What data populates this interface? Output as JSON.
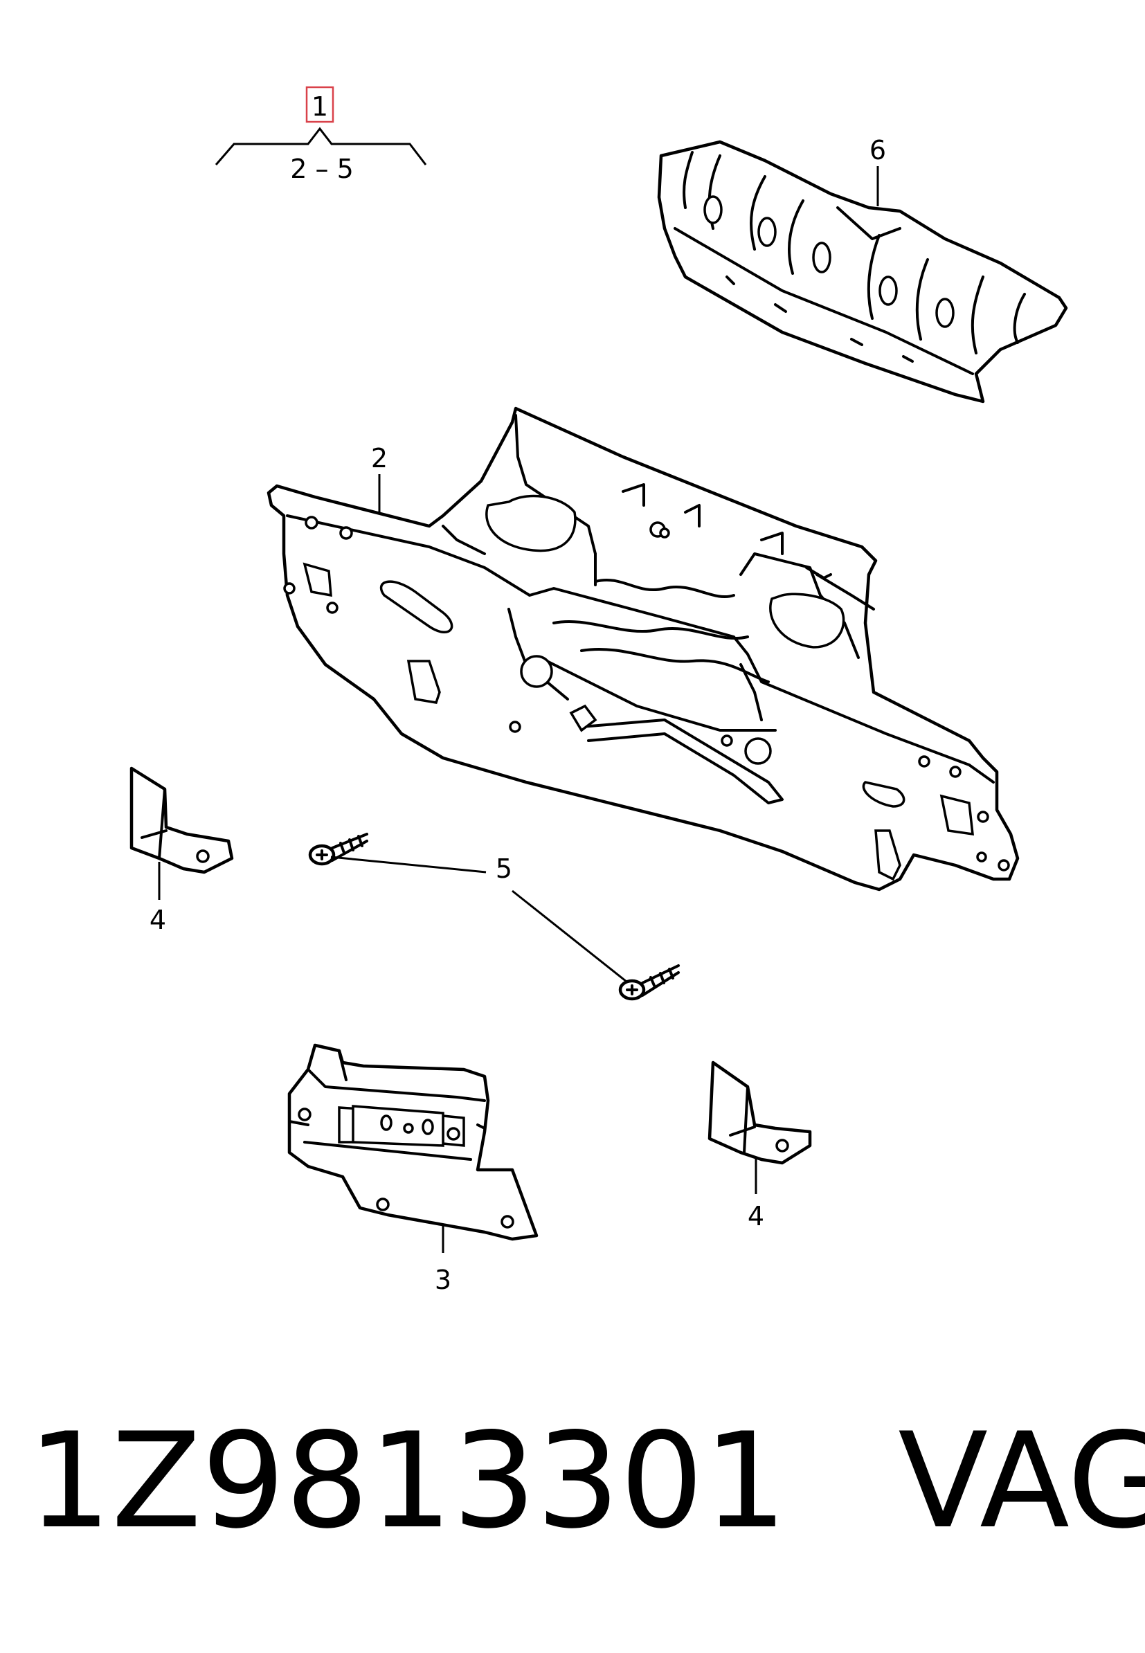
{
  "assembly": {
    "label": "1",
    "range": "2 – 5"
  },
  "callouts": {
    "c2": "2",
    "c3": "3",
    "c4a": "4",
    "c4b": "4",
    "c5": "5",
    "c6": "6"
  },
  "footer": {
    "part_number": "1Z9813301",
    "brand": "VAG"
  },
  "colors": {
    "line": "#000000",
    "highlight_box": "#d9424a",
    "background": "#ffffff"
  }
}
